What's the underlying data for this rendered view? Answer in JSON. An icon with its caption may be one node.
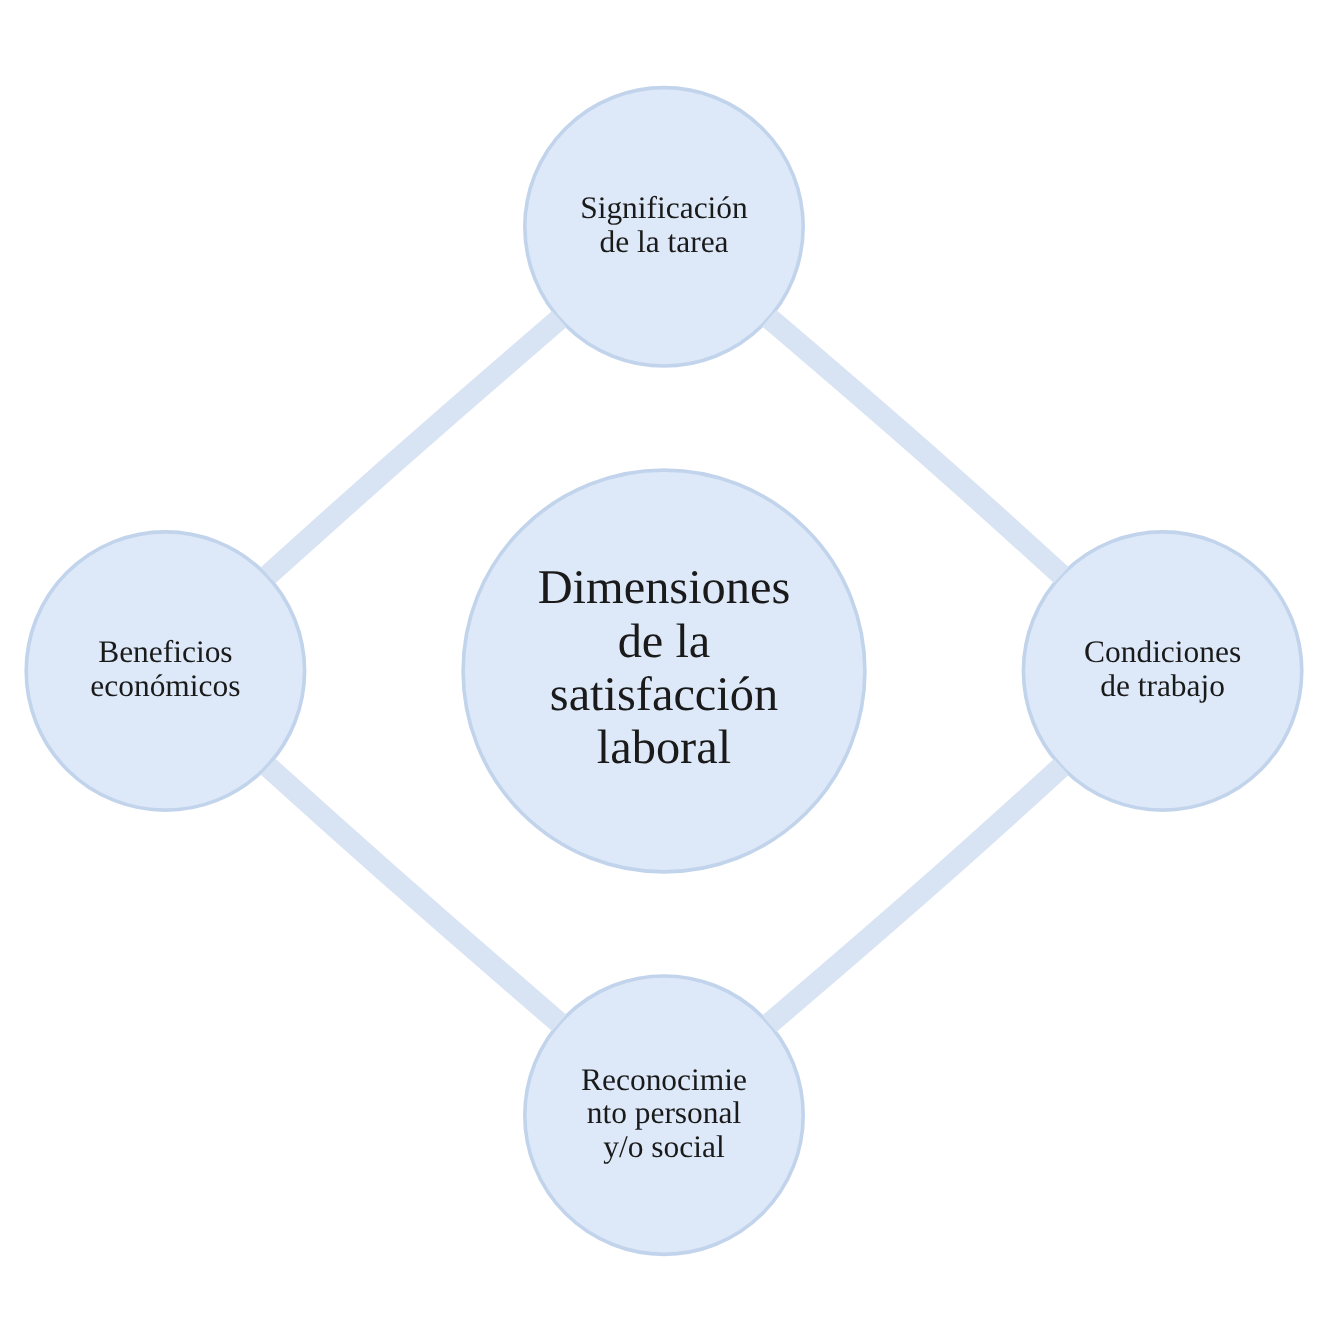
{
  "diagram": {
    "nodes": [
      {
        "text": [
          "Significación de la tarea"
        ]
      },
      {
        "text": [
          "Beneficios económicos"
        ]
      },
      {
        "text": [
          "Dimensiones de la satisfacción laboral"
        ]
      },
      {
        "text": [
          "Condiciones de trabajo"
        ]
      },
      {
        "text": [
          "Reconocimie nto personal y/o social"
        ]
      }
    ],
    "edges": [
      {
        "from": 0,
        "to": 3,
        "arrow": "none"
      },
      {
        "from": 3,
        "to": 4,
        "arrow": "none"
      },
      {
        "from": 4,
        "to": 1,
        "arrow": "none"
      },
      {
        "from": 1,
        "to": 0,
        "arrow": "none"
      }
    ]
  }
}
